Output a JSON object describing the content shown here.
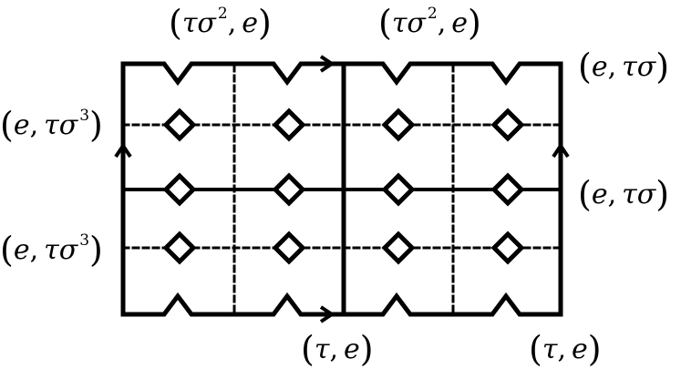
{
  "labels": {
    "top_left": {
      "a": "τσ",
      "exp": "2",
      "b": "e"
    },
    "top_center": {
      "a": "τσ",
      "exp": "2",
      "b": "e"
    },
    "right_top": {
      "a": "e",
      "b": "τσ"
    },
    "right_mid": {
      "a": "e",
      "b": "τσ"
    },
    "left_top": {
      "a": "e",
      "b": "τσ",
      "exp": "3"
    },
    "left_bottom": {
      "a": "e",
      "b": "τσ",
      "exp": "3"
    },
    "bottom_center": {
      "a": "τ",
      "b": "e"
    },
    "bottom_right": {
      "a": "τ",
      "b": "e"
    }
  },
  "colors": {
    "stroke": "#000000",
    "background": "#ffffff"
  }
}
